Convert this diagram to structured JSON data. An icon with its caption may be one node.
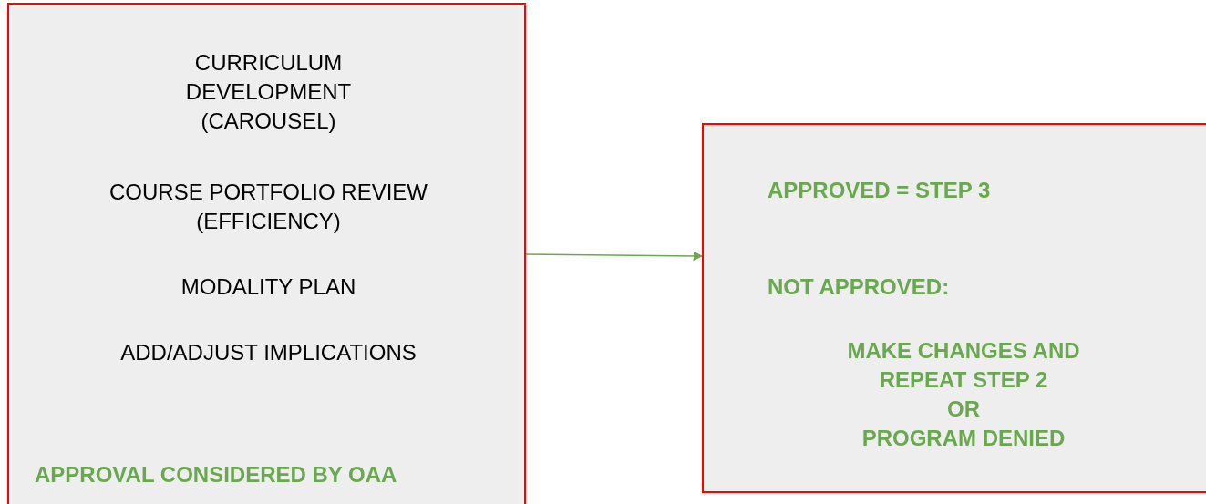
{
  "diagram": {
    "nodes": [
      {
        "text": [
          "CURRICULUM DEVELOPMENT (CAROUSEL)",
          "COURSE PORTFOLIO REVIEW (EFFICIENCY)",
          "MODALITY PLAN",
          "ADD/ADJUST IMPLICATIONS",
          "APPROVAL CONSIDERED BY OAA"
        ]
      },
      {
        "text": [
          "APPROVED = STEP 3",
          "NOT APPROVED:",
          "MAKE CHANGES AND REPEAT STEP 2 OR PROGRAM DENIED"
        ]
      }
    ],
    "edges": [
      {
        "from": 0,
        "to": 1,
        "arrow": "to",
        "color": "#6aa84f"
      }
    ]
  }
}
